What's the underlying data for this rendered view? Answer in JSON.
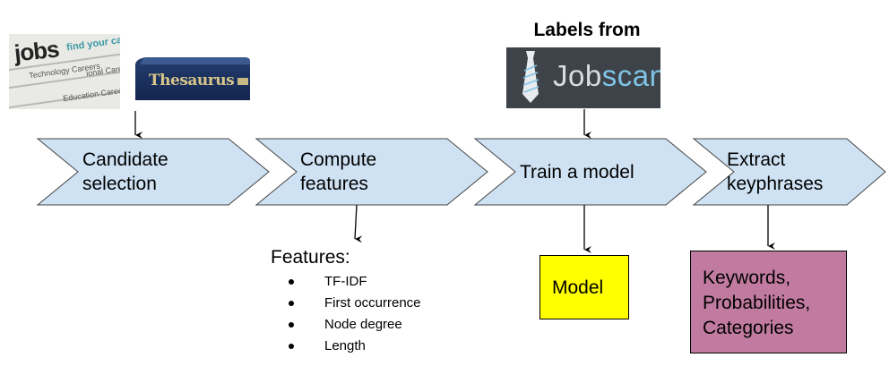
{
  "header": {
    "labels_from": "Labels from",
    "logo_text_prefix": "Job",
    "logo_text_suffix": "scan"
  },
  "images": {
    "jobs_photo": {
      "headline": "jobs",
      "tagline": "find your caree",
      "caption_a": "Technology Careers",
      "caption_b": "Education Careers",
      "caption_c": "ional Caree"
    },
    "thesaurus_book": {
      "title": "Thesaurus"
    }
  },
  "steps": [
    {
      "line1": "Candidate",
      "line2": "selection"
    },
    {
      "line1": "Compute",
      "line2": "features"
    },
    {
      "line1": "Train a model",
      "line2": ""
    },
    {
      "line1": "Extract",
      "line2": "keyphrases"
    }
  ],
  "features": {
    "title": "Features:",
    "items": [
      "TF-IDF",
      "First occurrence",
      "Node degree",
      "Length"
    ]
  },
  "model_box": {
    "label": "Model",
    "color": "#ffff00"
  },
  "output_box": {
    "lines": [
      "Keywords,",
      "Probabilities,",
      "Categories"
    ],
    "color": "#c27ba0"
  },
  "colors": {
    "chevron_fill": "#cfe2f3",
    "chevron_stroke": "#444444",
    "logo_bg": "#3d4348",
    "logo_accent": "#7fc3e6"
  }
}
